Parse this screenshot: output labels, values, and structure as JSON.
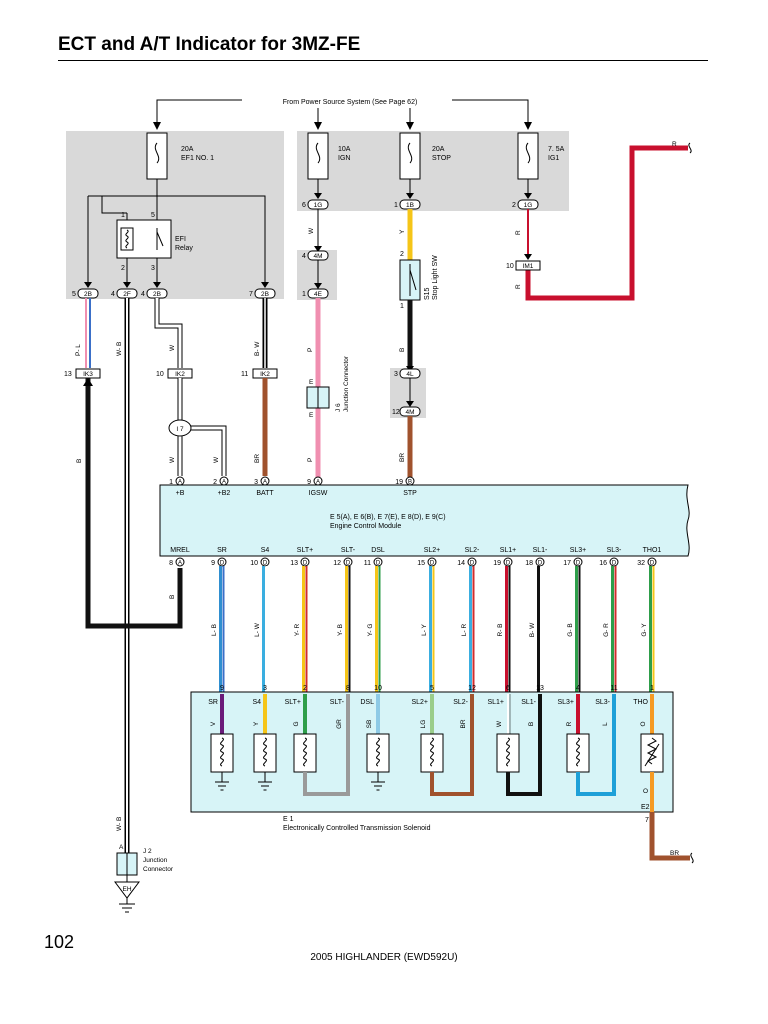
{
  "header": {
    "title": "ECT and A/T Indicator for 3MZ-FE"
  },
  "footer": {
    "page_number": "102",
    "model": "2005 HIGHLANDER (EWD592U)"
  },
  "power_source": {
    "label": "From Power Source System (See Page 62)"
  },
  "fuses": {
    "ef1": {
      "rating": "20A",
      "name": "EF1 NO. 1"
    },
    "ign": {
      "rating": "10A",
      "name": "IGN"
    },
    "stop": {
      "rating": "20A",
      "name": "STOP"
    },
    "ig1": {
      "rating": "7. 5A",
      "name": "IG1"
    }
  },
  "relay": {
    "name": "EFI",
    "type": "Relay",
    "pin_1": "1",
    "pin_5": "5",
    "pin_2": "2",
    "pin_3": "3"
  },
  "connectors": {
    "c6_1g": {
      "pin": "6",
      "code": "1G"
    },
    "c1_1b": {
      "pin": "1",
      "code": "1B"
    },
    "c2_1g": {
      "pin": "2",
      "code": "1G"
    },
    "c4_4m": {
      "pin": "4",
      "code": "4M"
    },
    "c1_4e": {
      "pin": "1",
      "code": "4E"
    },
    "c2_stop": {
      "pin": "2"
    },
    "c1_stop": {
      "pin": "1"
    },
    "c10_im1": {
      "pin": "10",
      "code": "IM1"
    },
    "c5_2b": {
      "pin": "5",
      "code": "2B"
    },
    "c4_2f": {
      "pin": "4",
      "code": "2F"
    },
    "c4_2b": {
      "pin": "4",
      "code": "2B"
    },
    "c7_2b": {
      "pin": "7",
      "code": "2B"
    },
    "c13_ik3": {
      "pin": "13",
      "code": "IK3"
    },
    "c10_ik2": {
      "pin": "10",
      "code": "IK2"
    },
    "c11_ik2": {
      "pin": "11",
      "code": "IK2"
    },
    "c3_4l": {
      "pin": "3",
      "code": "4L"
    },
    "c12_4m": {
      "pin": "12",
      "code": "4M"
    },
    "i7": {
      "code": "I 7"
    },
    "eh": {
      "code": "EH"
    }
  },
  "wire_colors": {
    "r_top": "R",
    "r_1": "R",
    "r_2": "R",
    "w_ign": "W",
    "y_stop": "Y",
    "pl": "P- L",
    "wb": "W- B",
    "w_b": "W",
    "bw": "B- W",
    "p_1": "P",
    "b_stop": "B",
    "b_left": "B",
    "w_i7_1": "W",
    "w_i7_2": "W",
    "br_batt": "BR",
    "p_2": "P",
    "br_stp": "BR",
    "b_mrel": "B",
    "wb_low": "W- B",
    "br_out": "BR"
  },
  "junctions": {
    "j6": {
      "code": "J 6",
      "name": "Junction Connector",
      "pin_e1": "E",
      "pin_e2": "E"
    },
    "j2": {
      "code": "J 2",
      "name": "Junction Connector",
      "pin_a": "A"
    }
  },
  "stop_light_sw": {
    "code": "S15",
    "name": "Stop Light SW"
  },
  "ecm": {
    "label_line1": "E 5(A), E 6(B), E 7(E), E 8(D), E 9(C)",
    "label_line2": "Engine Control Module",
    "top_terminals": [
      {
        "pin": "1",
        "conn": "A",
        "name": "+B"
      },
      {
        "pin": "2",
        "conn": "A",
        "name": "+B2"
      },
      {
        "pin": "3",
        "conn": "A",
        "name": "BATT"
      },
      {
        "pin": "9",
        "conn": "A",
        "name": "IGSW"
      },
      {
        "pin": "19",
        "conn": "B",
        "name": "STP"
      }
    ],
    "bottom_terminals": [
      {
        "pin": "8",
        "conn": "A",
        "name": "MREL"
      },
      {
        "pin": "9",
        "conn": "D",
        "name": "SR"
      },
      {
        "pin": "10",
        "conn": "D",
        "name": "S4"
      },
      {
        "pin": "13",
        "conn": "D",
        "name": "SLT+"
      },
      {
        "pin": "12",
        "conn": "D",
        "name": "SLT-"
      },
      {
        "pin": "11",
        "conn": "D",
        "name": "DSL"
      },
      {
        "pin": "15",
        "conn": "D",
        "name": "SL2+"
      },
      {
        "pin": "14",
        "conn": "D",
        "name": "SL2-"
      },
      {
        "pin": "19",
        "conn": "D",
        "name": "SL1+"
      },
      {
        "pin": "18",
        "conn": "D",
        "name": "SL1-"
      },
      {
        "pin": "17",
        "conn": "D",
        "name": "SL3+"
      },
      {
        "pin": "16",
        "conn": "D",
        "name": "SL3-"
      },
      {
        "pin": "32",
        "conn": "D",
        "name": "THO1"
      }
    ]
  },
  "harness": [
    {
      "label": "L- B",
      "color": "#2f8fd0",
      "stripe": "#3a6fc8"
    },
    {
      "label": "L- W",
      "color": "#3aaee0",
      "stripe": "#ffffff"
    },
    {
      "label": "Y- R",
      "color": "#f5c518",
      "stripe": "#d12c2c"
    },
    {
      "label": "Y- B",
      "color": "#f5c518",
      "stripe": "#111111"
    },
    {
      "label": "Y- G",
      "color": "#f5c518",
      "stripe": "#2e9e4a"
    },
    {
      "label": "L- Y",
      "color": "#3aaee0",
      "stripe": "#f5c518"
    },
    {
      "label": "L- R",
      "color": "#3aaee0",
      "stripe": "#d12c2c"
    },
    {
      "label": "R- B",
      "color": "#c8102e",
      "stripe": "#111111"
    },
    {
      "label": "B- W",
      "color": "#111111",
      "stripe": "#ffffff"
    },
    {
      "label": "G- B",
      "color": "#2e9e4a",
      "stripe": "#111111"
    },
    {
      "label": "G- R",
      "color": "#2e9e4a",
      "stripe": "#d12c2c"
    },
    {
      "label": "G- Y",
      "color": "#2e9e4a",
      "stripe": "#f5c518"
    }
  ],
  "solenoid": {
    "code": "E 1",
    "name": "Electronically Controlled Transmission Solenoid",
    "pins": [
      "9",
      "3",
      "2",
      "8",
      "10",
      "5",
      "12",
      "6",
      "13",
      "4",
      "11",
      "1"
    ],
    "terminal_names": [
      "SR",
      "S4",
      "SLT+",
      "SLT-",
      "DSL",
      "SL2+",
      "SL2-",
      "SL1+",
      "SL1-",
      "SL3+",
      "SL3-",
      "THO"
    ],
    "wire_codes": [
      "V",
      "Y",
      "G",
      "GR",
      "SB",
      "LG",
      "BR",
      "W",
      "B",
      "R",
      "L",
      "O"
    ],
    "tho_low": "O",
    "e2_name": "E2",
    "e2_pin": "7"
  },
  "colors": {
    "red": "#c8102e",
    "yellow": "#f5c518",
    "pink": "#f08fb0",
    "brown": "#a0522d",
    "gray_box": "#d9d9d9",
    "panel": "#d7f4f7",
    "violet": "#6a1b7a",
    "gray_wire": "#9a9a9a",
    "sky": "#1ea0d8"
  },
  "icons": [
    "fuse-icon",
    "relay-coil-icon",
    "switch-icon",
    "solenoid-coil-icon",
    "thermistor-icon",
    "ground-icon"
  ]
}
